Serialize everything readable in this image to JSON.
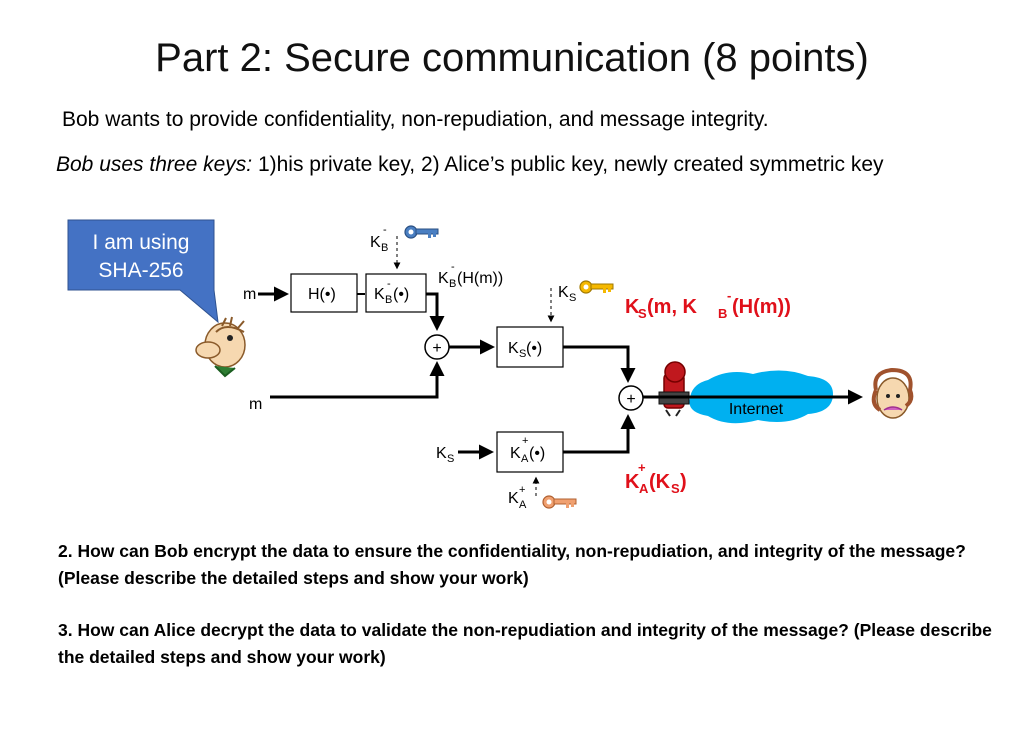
{
  "title": "Part 2: Secure communication (8 points)",
  "intro": {
    "line1": "Bob wants to provide confidentiality, non-repudiation, and message integrity.",
    "line2_italic": "Bob uses three keys:",
    "line2_rest": " 1)his private key, 2) Alice’s public key, newly created symmetric key"
  },
  "diagram": {
    "callout_line1": "I am using",
    "callout_line2": "SHA-256",
    "input_m_top": "m",
    "input_m_bottom": "m",
    "hash_box": "H(•)",
    "kb_box": "K",
    "kb_box_sub": "B",
    "kb_box_sup": "-",
    "kb_box_arg": "(•)",
    "kb_key_label": "K",
    "kb_key_sub": "B",
    "kb_key_sup": "-",
    "signed_hash": "K",
    "signed_hash_sub": "B",
    "signed_hash_sup": "-",
    "signed_hash_arg": "(H(m))",
    "ks_box": "K",
    "ks_box_sub": "S",
    "ks_box_arg": "(•)",
    "ks_key_label": "K",
    "ks_key_sub": "S",
    "ks_input_label": "K",
    "ks_input_sub": "S",
    "ka_box": "K",
    "ka_box_sub": "A",
    "ka_box_sup": "+",
    "ka_box_arg": "(•)",
    "ka_key_label": "K",
    "ka_key_sub": "A",
    "ka_key_sup": "+",
    "plus_symbol": "+",
    "red_top": "K",
    "red_top_sub": "S",
    "red_top_mid": "(m, K",
    "red_top_sub2": "B",
    "red_top_sup2": "-",
    "red_top_end": "(H(m))",
    "red_bottom": "K",
    "red_bottom_sub": "A",
    "red_bottom_sup": "+",
    "red_bottom_arg": "(K",
    "red_bottom_sub2": "S",
    "red_bottom_end": " )",
    "internet_label": "Internet",
    "colors": {
      "callout": "#4472c4",
      "internet": "#00b0f0",
      "red": "#e0101a",
      "key_gold": "#f5b800",
      "key_blue": "#4a7fc2",
      "key_peach": "#f0a070"
    }
  },
  "questions": {
    "q2": "2.  How can Bob encrypt the data to ensure the confidentiality, non-repudiation, and integrity of the message? (Please describe the detailed steps and show your work)",
    "q3": "3. How can Alice decrypt the data to validate the non-repudiation and integrity of the message? (Please describe the detailed steps and show your work)"
  }
}
